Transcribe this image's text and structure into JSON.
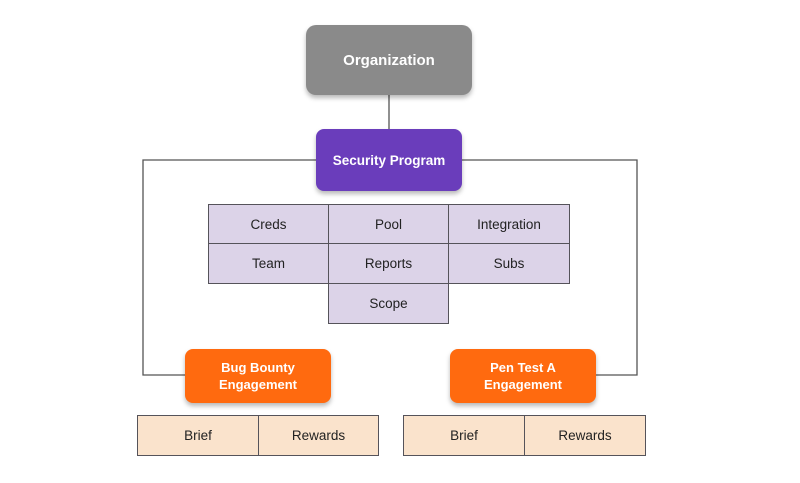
{
  "organization": {
    "label": "Organization"
  },
  "security_program": {
    "label": "Security Program",
    "features": [
      "Creds",
      "Pool",
      "Integration",
      "Team",
      "Reports",
      "Subs",
      "Scope"
    ]
  },
  "engagements": [
    {
      "label": "Bug Bounty Engagement",
      "artifacts": [
        "Brief",
        "Rewards"
      ]
    },
    {
      "label": "Pen Test A Engagement",
      "artifacts": [
        "Brief",
        "Rewards"
      ]
    }
  ],
  "colors": {
    "organization": "#8a8a8a",
    "security_program": "#6a3dbb",
    "engagement": "#ff6a0f",
    "feature_cell": "#dcd3e8",
    "artifact_cell": "#fae3cc"
  }
}
